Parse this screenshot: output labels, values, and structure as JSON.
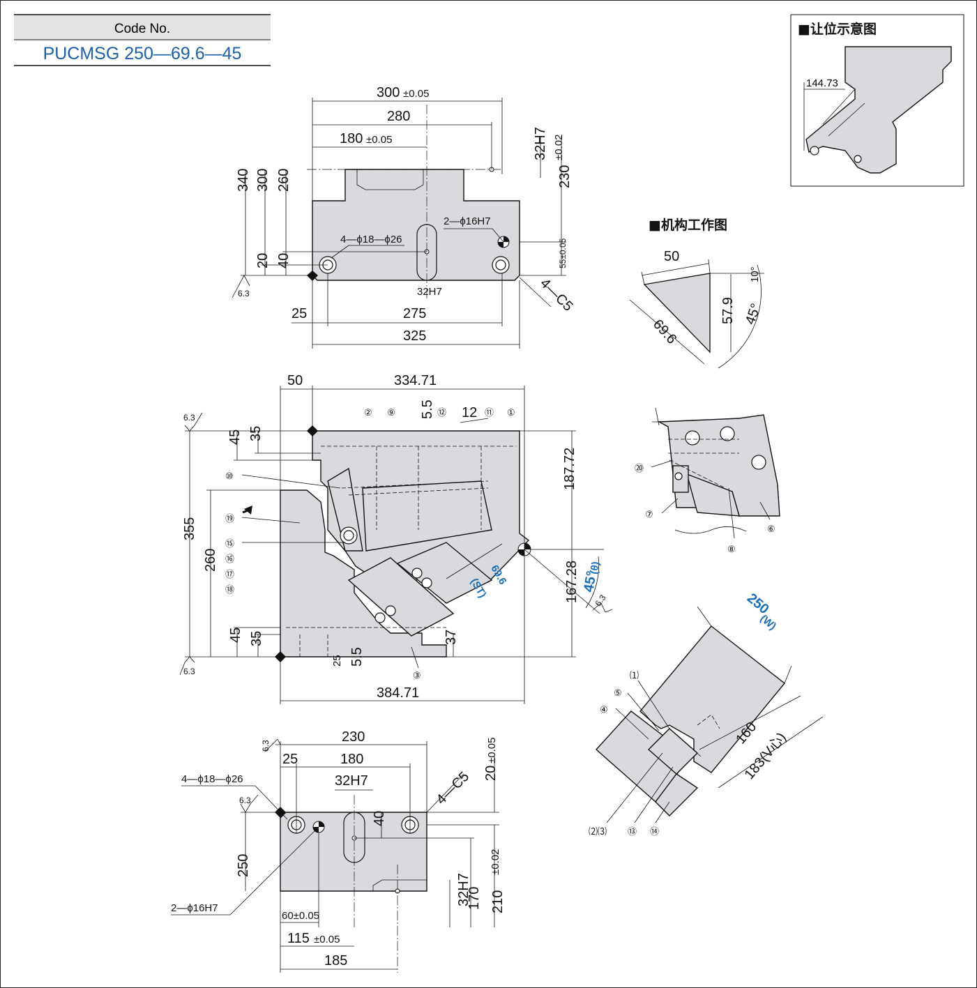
{
  "header": {
    "code_label": "Code No.",
    "code_value": "PUCMSG 250—69.6—45"
  },
  "inset_clearance": {
    "title": "■让位示意图",
    "dim": "144.73"
  },
  "inset_mechanism": {
    "title": "■机构工作图",
    "dims": [
      "50",
      "69.6",
      "57.9",
      "10°",
      "45°"
    ]
  },
  "top_view": {
    "dims_h": [
      "300",
      "±0.05",
      "280",
      "180",
      "±0.05",
      "275",
      "325",
      "25"
    ],
    "dims_v": [
      "340",
      "300",
      "260",
      "20",
      "40",
      "32H7",
      "230",
      "±0.02",
      "55±0.05"
    ],
    "notes": [
      "4—ϕ18—ϕ26",
      "2—ϕ16H7",
      "32H7",
      "4—C5"
    ],
    "roughness": "6.3"
  },
  "front_view": {
    "dims_h": [
      "50",
      "334.71",
      "384.71",
      "5.5",
      "12",
      "25",
      "5.5"
    ],
    "dims_v": [
      "355",
      "260",
      "45",
      "35",
      "45",
      "35",
      "187.72",
      "167.28",
      "37"
    ],
    "angle_note": "45°",
    "angle_sub": "(θ)",
    "stroke_note": "69.6",
    "stroke_sub": "(ST)",
    "roughness": "6.3",
    "balloons": [
      "②",
      "⑨",
      "⑫",
      "⑪",
      "①",
      "⑩",
      "⑲",
      "⑮",
      "⑯",
      "⑰",
      "⑱",
      "③"
    ]
  },
  "detail_view": {
    "balloons": [
      "⑳",
      "⑦",
      "⑧",
      "⑥"
    ]
  },
  "iso_view": {
    "width_note": "250",
    "width_sub": "(W)",
    "dims": [
      "160",
      "183(V心)"
    ],
    "balloons": [
      "⑴",
      "⑤",
      "④",
      "⑵⑶",
      "⑬",
      "⑭"
    ]
  },
  "bottom_view": {
    "dims_h": [
      "230",
      "25",
      "180",
      "32H7",
      "60±0.05",
      "115",
      "±0.05",
      "185"
    ],
    "dims_v": [
      "20",
      "±0.05",
      "40",
      "250",
      "32H7",
      "170",
      "210",
      "±0.02"
    ],
    "notes": [
      "4—ϕ18—ϕ26",
      "2—ϕ16H7",
      "4—C5"
    ],
    "roughness": "6.3"
  }
}
